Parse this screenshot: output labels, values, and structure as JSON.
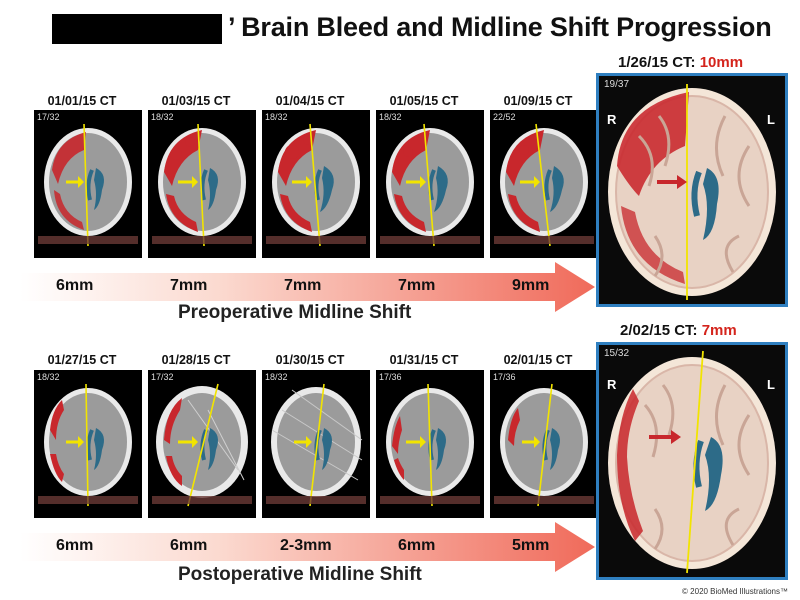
{
  "title": "’ Brain Bleed and Midline Shift Progression",
  "preop": {
    "scans": [
      {
        "date": "01/01/15 CT",
        "slice": "17/32",
        "shift": "6mm"
      },
      {
        "date": "01/03/15 CT",
        "slice": "18/32",
        "shift": "7mm"
      },
      {
        "date": "01/04/15 CT",
        "slice": "18/32",
        "shift": "7mm"
      },
      {
        "date": "01/05/15 CT",
        "slice": "18/32",
        "shift": "7mm"
      },
      {
        "date": "01/09/15 CT",
        "slice": "22/52",
        "shift": "9mm"
      }
    ],
    "band_title": "Preoperative Midline Shift",
    "big": {
      "date": "1/26/15 CT: ",
      "value": "10mm",
      "slice": "19/37",
      "left": "R",
      "right": "L"
    }
  },
  "postop": {
    "scans": [
      {
        "date": "01/27/15 CT",
        "slice": "18/32",
        "shift": "6mm"
      },
      {
        "date": "01/28/15 CT",
        "slice": "17/32",
        "shift": "6mm"
      },
      {
        "date": "01/30/15 CT",
        "slice": "18/32",
        "shift": "2-3mm"
      },
      {
        "date": "01/31/15 CT",
        "slice": "17/36",
        "shift": "6mm"
      },
      {
        "date": "02/01/15 CT",
        "slice": "17/36",
        "shift": "5mm"
      }
    ],
    "band_title": "Postoperative Midline Shift",
    "big": {
      "date": "2/02/15 CT: ",
      "value": "7mm",
      "slice": "15/32",
      "left": "R",
      "right": "L"
    }
  },
  "copyright": "© 2020 BioMed Illustrations™",
  "colors": {
    "bleed": "#c8272c",
    "ventricle": "#2d6b88",
    "midline": "#f2e400",
    "arrow_end": "#f06a5a",
    "frame": "#2f7fc0"
  }
}
